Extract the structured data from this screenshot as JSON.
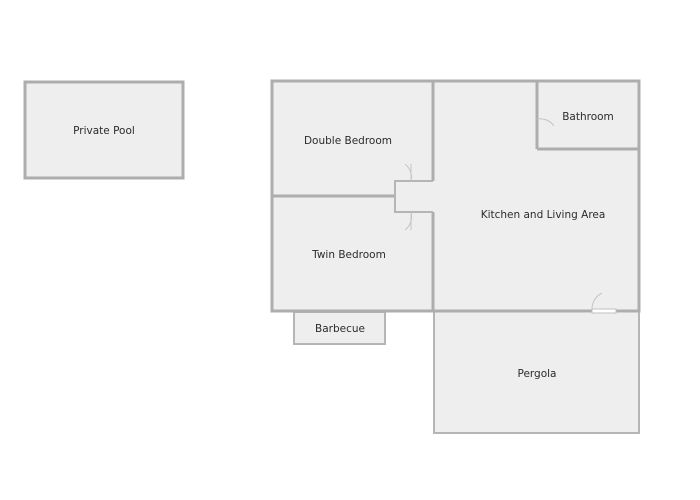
{
  "rooms": {
    "private_pool": "Private Pool",
    "double_bedroom": "Double Bedroom",
    "twin_bedroom": "Twin Bedroom",
    "bathroom": "Bathroom",
    "kitchen_living": "Kitchen and Living Area",
    "barbecue": "Barbecue",
    "pergola": "Pergola"
  },
  "colors": {
    "room_fill": "#eeeeee",
    "wall": "#adadad",
    "label": "#2b2b2b"
  }
}
